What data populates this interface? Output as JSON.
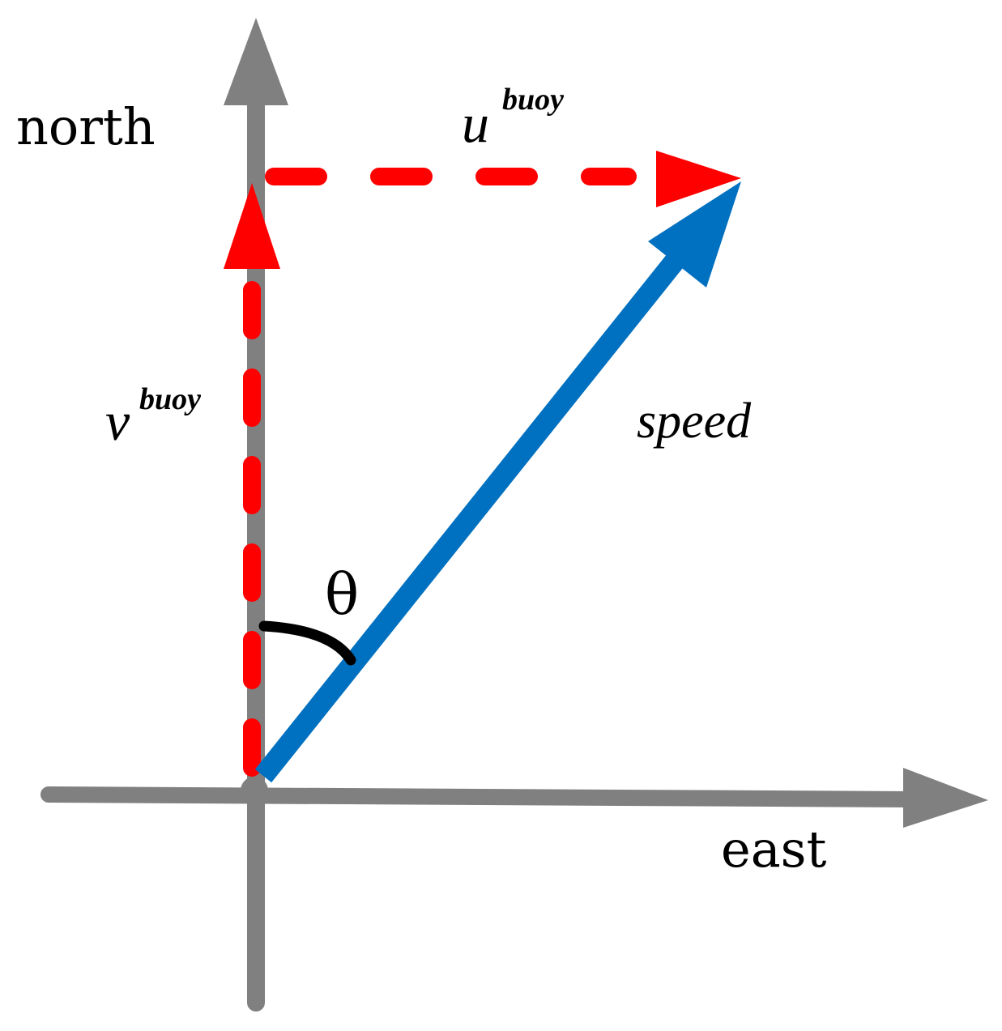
{
  "labels": {
    "north": "north",
    "east": "east",
    "speed": "speed",
    "theta": "θ",
    "u_main": "u",
    "u_sup": "buoy",
    "v_main": "v",
    "v_sup": "buoy"
  },
  "colors": {
    "axis": "#808080",
    "component": "#ff0000",
    "speed_vector": "#0070c0",
    "angle_arc": "#000000",
    "text": "#000000"
  }
}
